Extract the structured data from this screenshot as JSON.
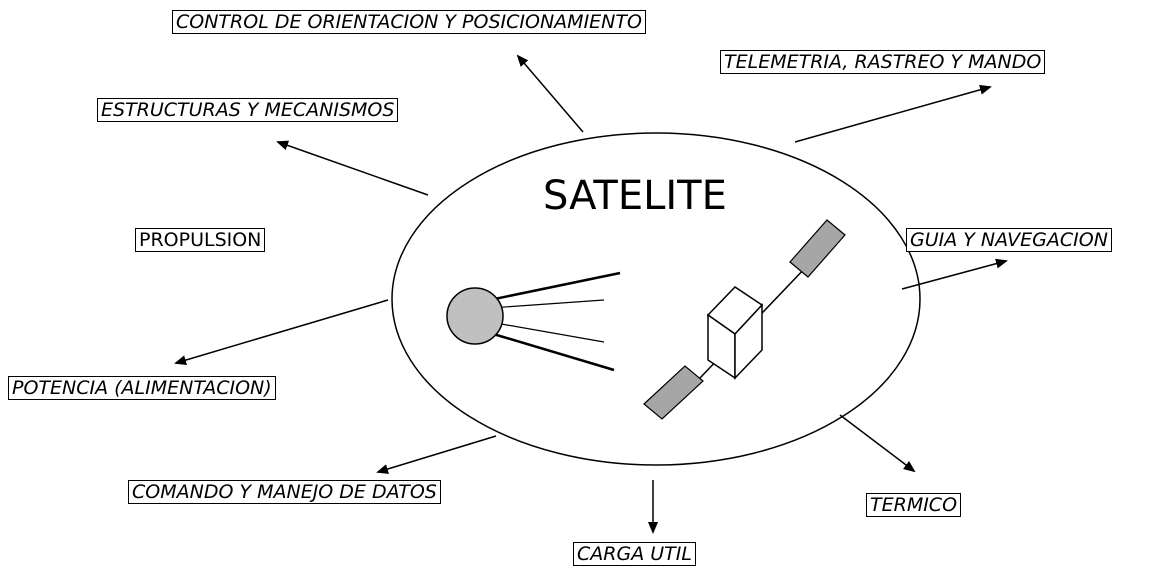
{
  "diagram": {
    "title": "SATELITE",
    "subsystems": [
      {
        "id": "control",
        "label": "CONTROL DE ORIENTACION Y POSICIONAMIENTO",
        "italic": true
      },
      {
        "id": "telemetria",
        "label": "TELEMETRIA, RASTREO Y MANDO",
        "italic": true
      },
      {
        "id": "estructuras",
        "label": "ESTRUCTURAS Y MECANISMOS",
        "italic": true
      },
      {
        "id": "propulsion",
        "label": "PROPULSION",
        "italic": false
      },
      {
        "id": "guia",
        "label": "GUIA Y NAVEGACION",
        "italic": true
      },
      {
        "id": "potencia",
        "label": "POTENCIA (ALIMENTACION)",
        "italic": true
      },
      {
        "id": "comando",
        "label": "COMANDO Y MANEJO DE DATOS",
        "italic": true
      },
      {
        "id": "termico",
        "label": "TERMICO",
        "italic": true
      },
      {
        "id": "carga",
        "label": "CARGA UTIL",
        "italic": true
      }
    ],
    "icons": {
      "sputnik": "sputnik-satellite-icon",
      "modern": "solar-panel-satellite-icon"
    },
    "colors": {
      "ink": "#000000",
      "sputnik_fill": "#c0c0c0",
      "panel_fill": "#a6a6a6"
    }
  }
}
